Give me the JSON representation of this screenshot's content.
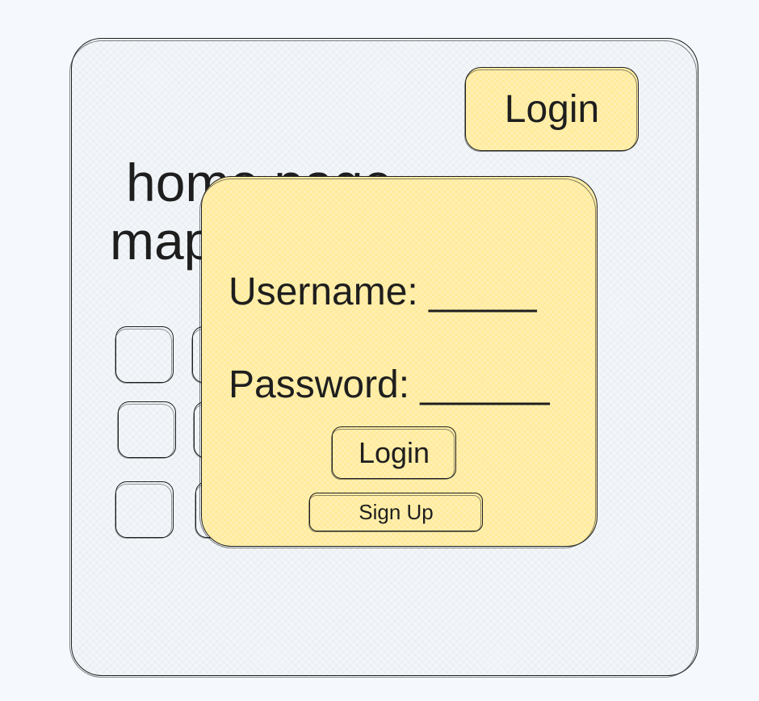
{
  "header": {
    "login_label": "Login"
  },
  "background": {
    "title": "home page",
    "map_text": "map"
  },
  "modal": {
    "username_label": "Username: _____",
    "password_label": "Password: ______",
    "login_label": "Login",
    "signup_label": "Sign Up"
  },
  "colors": {
    "canvas": "#f5f9fd",
    "frame_fill": "#f3f6f9",
    "accent_yellow": "#ffeb9c",
    "stroke": "#1e1e1e"
  }
}
